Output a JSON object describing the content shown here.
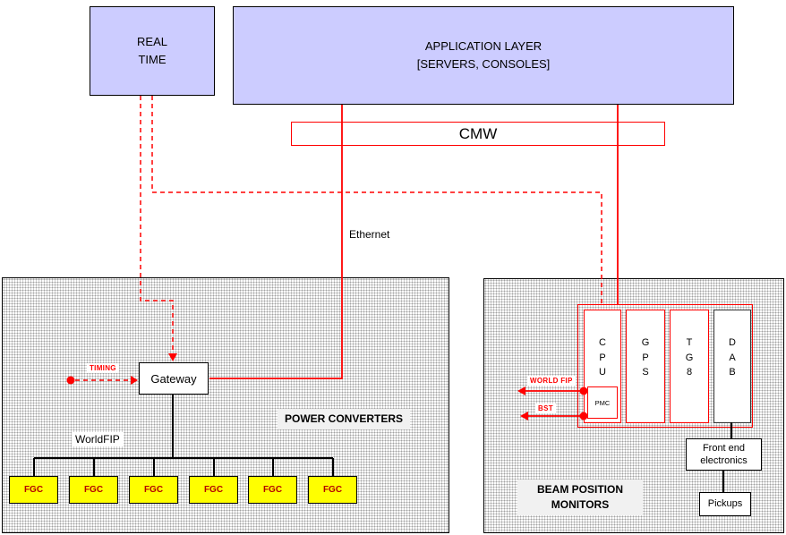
{
  "top": {
    "real_time": "REAL\nTIME",
    "application_layer": "APPLICATION LAYER\n[SERVERS, CONSOLES]",
    "cmw": "CMW",
    "ethernet": "Ethernet"
  },
  "power_converters": {
    "title": "POWER CONVERTERS",
    "gateway": "Gateway",
    "timing": "TIMING",
    "worldfip": "WorldFIP",
    "fgc": [
      "FGC",
      "FGC",
      "FGC",
      "FGC",
      "FGC",
      "FGC"
    ]
  },
  "beam_position_monitors": {
    "title": "BEAM POSITION\nMONITORS",
    "world_fip": "WORLD FIP",
    "bst": "BST",
    "crate": {
      "cpu": "C\nP\nU",
      "pmc": "PMC",
      "gps": "G\nP\nS",
      "tg8": "T\nG\n8",
      "dab": "D\nA\nB"
    },
    "front_end": "Front end\nelectronics",
    "pickups": "Pickups"
  },
  "colors": {
    "node_fill": "#ccccff",
    "connector_red": "#ff0000",
    "fgc_fill": "#ffff00",
    "fgc_text": "#b30000"
  }
}
